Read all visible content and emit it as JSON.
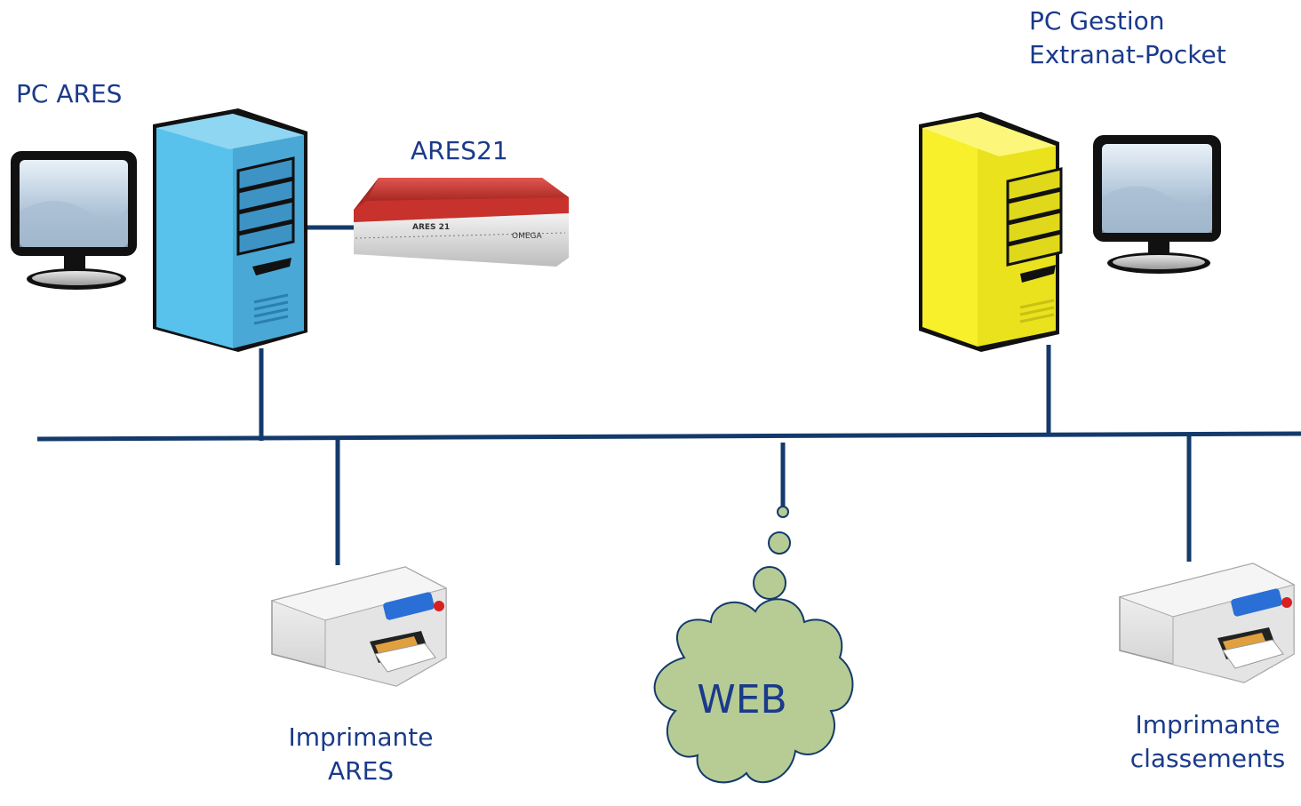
{
  "nodes": {
    "pc_ares": {
      "label": "PC ARES",
      "color": "#5bc0ea"
    },
    "ares21": {
      "label": "ARES21",
      "device_text": "ARES 21",
      "brand_text": "OMEGA",
      "color": "#cc3a33"
    },
    "pc_gestion": {
      "label_line1": "PC Gestion",
      "label_line2": "Extranat-Pocket",
      "color": "#f7f02a"
    },
    "printer_ares": {
      "label_line1": "Imprimante",
      "label_line2": "ARES"
    },
    "printer_classements": {
      "label_line1": "Imprimante",
      "label_line2": "classements"
    },
    "web": {
      "label": "WEB",
      "color": "#b6cc94"
    }
  },
  "colors": {
    "network_line": "#143a6b",
    "text": "#1a3a8a"
  }
}
